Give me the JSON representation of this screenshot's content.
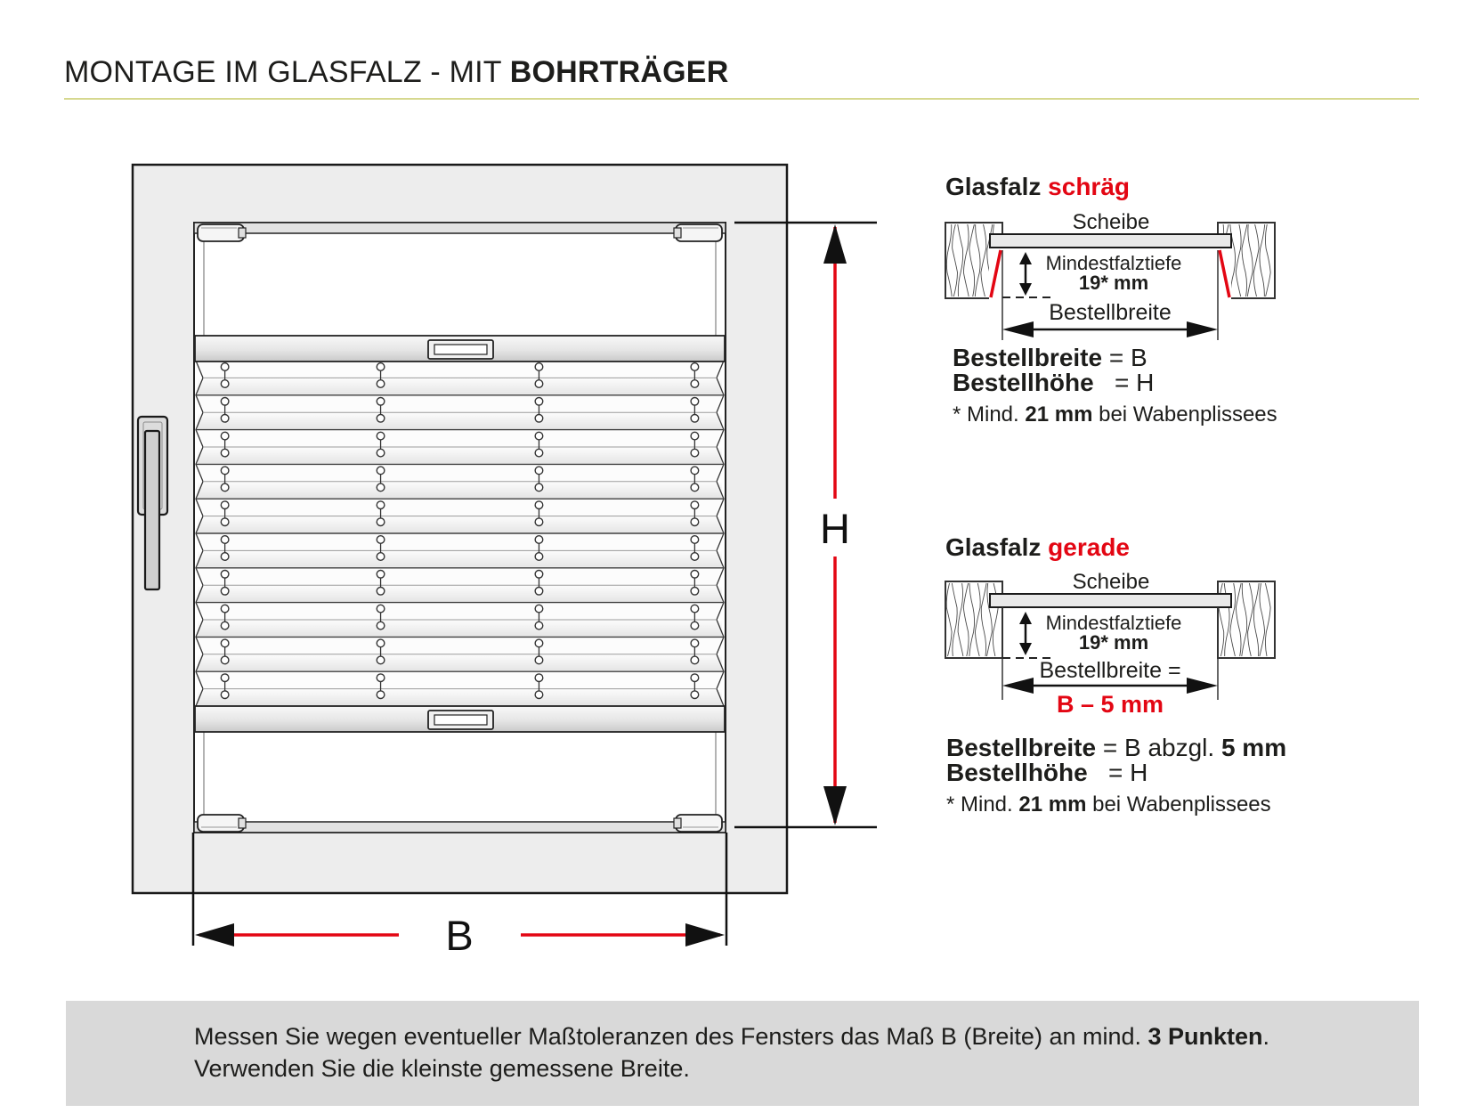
{
  "title": {
    "regular": "MONTAGE IM GLASFALZ - MIT ",
    "bold": "BOHRTRÄGER"
  },
  "dimensions": {
    "height_label": "H",
    "width_label": "B"
  },
  "window_blind": {
    "pleat_count": 10,
    "cord_columns": 4
  },
  "sections": [
    {
      "heading_black": "Glasfalz ",
      "heading_red": "schräg",
      "pane_label": "Scheibe",
      "depth_label": "Mindestfalztiefe",
      "depth_value": "19* mm",
      "order_width_label": "Bestellbreite",
      "order_width_red": "",
      "result_width_bold": "Bestellbreite",
      "result_width_mid": " = B",
      "result_width_bold2": "",
      "result_height_bold": "Bestellhöhe",
      "result_height_rest": "   = H",
      "footnote_pre": "* Mind. ",
      "footnote_bold": "21 mm",
      "footnote_post": " bei Wabenplissees"
    },
    {
      "heading_black": "Glasfalz ",
      "heading_red": "gerade",
      "pane_label": "Scheibe",
      "depth_label": "Mindestfalztiefe",
      "depth_value": "19* mm",
      "order_width_label": "Bestellbreite =",
      "order_width_red": "B – 5 mm",
      "result_width_bold": "Bestellbreite",
      "result_width_mid": " = B abzgl. ",
      "result_width_bold2": "5 mm",
      "result_height_bold": "Bestellhöhe",
      "result_height_rest": "   = H",
      "footnote_pre": "* Mind. ",
      "footnote_bold": "21 mm",
      "footnote_post": " bei Wabenplissees"
    }
  ],
  "warning": {
    "line1_pre": "Messen Sie wegen eventueller Maßtoleranzen des Fensters das Maß B (Breite) an mind. ",
    "line1_bold": "3 Punkten",
    "line1_post": ".",
    "line2": "Verwenden Sie die kleinste gemessene Breite."
  },
  "colors": {
    "accent_red": "#e30613",
    "title_underline": "#d6d88f",
    "warning_background": "#d9d9d9",
    "frame_gray": "#ededed"
  }
}
